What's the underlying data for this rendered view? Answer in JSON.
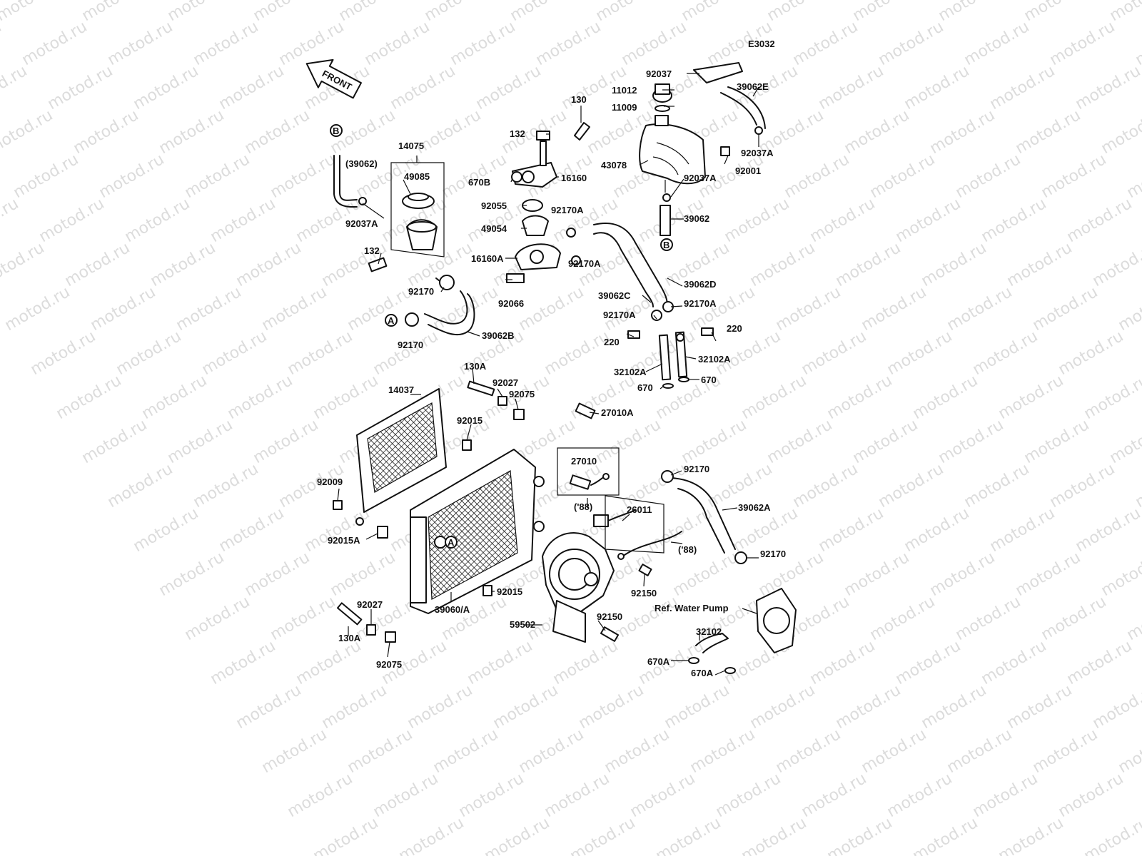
{
  "figure_code": "E3032",
  "front_label": "FRONT",
  "watermark": "motod.ru",
  "callouts": {
    "A": "A",
    "B": "B"
  },
  "labels": {
    "p92037": "92037",
    "p11012": "11012",
    "p11009": "11009",
    "p39062E": "39062E",
    "p92037A_tank": "92037A",
    "p43078": "43078",
    "p92001": "92001",
    "p92037A_tank2": "92037A",
    "p39062_tank": "39062",
    "p130": "130",
    "p132_top": "132",
    "p16160": "16160",
    "p670B": "670B",
    "p14075": "14075",
    "p49085": "49085",
    "p39062_paren": "(39062)",
    "p92037A_left": "92037A",
    "p132_left": "132",
    "p92055": "92055",
    "p92170A_1": "92170A",
    "p49054": "49054",
    "p16160A": "16160A",
    "p92170A_2": "92170A",
    "p92066": "92066",
    "p92170_mid": "92170",
    "p39062B": "39062B",
    "p92170_A": "92170",
    "p39062D": "39062D",
    "p39062C": "39062C",
    "p92170A_3": "92170A",
    "p92170A_4": "92170A",
    "p220_right": "220",
    "p220_left": "220",
    "p32102A_right": "32102A",
    "p32102A_left": "32102A",
    "p670_right": "670",
    "p670_left": "670",
    "p130A_top": "130A",
    "p92027_top": "92027",
    "p92075_top": "92075",
    "p14037": "14037",
    "p27010A": "27010A",
    "p92015_top": "92015",
    "p27010": "27010",
    "p88_a": "('88)",
    "p92170_hose": "92170",
    "p39062A": "39062A",
    "p92009": "92009",
    "p26011": "26011",
    "p88_b": "('88)",
    "p92015A": "92015A",
    "p92170_low": "92170",
    "p92015_low": "92015",
    "p92150_a": "92150",
    "p39060A": "39060/A",
    "ref_water_pump": "Ref. Water Pump",
    "p92027_low": "92027",
    "p59502": "59502",
    "p92150_b": "92150",
    "p130A_low": "130A",
    "p32102": "32102",
    "p670A_a": "670A",
    "p670A_b": "670A",
    "p92075_low": "92075"
  }
}
